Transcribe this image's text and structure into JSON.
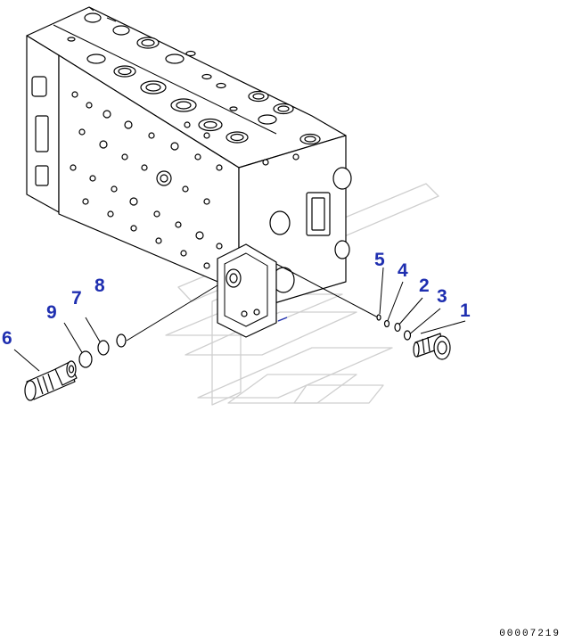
{
  "callouts": {
    "c1": "1",
    "c2": "2",
    "c3": "3",
    "c4": "4",
    "c5": "5",
    "c6": "6",
    "c7": "7",
    "c8": "8",
    "c9": "9"
  },
  "doc_id": "00007219",
  "colors": {
    "callout": "#1f2fb0",
    "line": "#000000"
  }
}
